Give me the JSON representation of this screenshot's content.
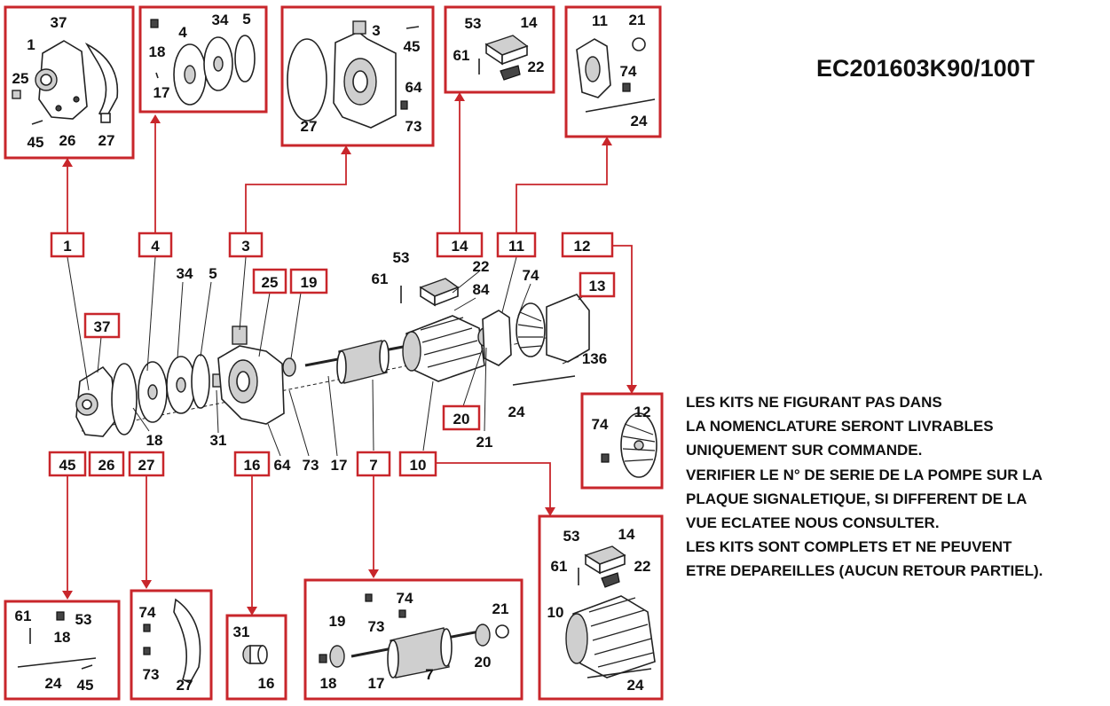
{
  "title": "EC201603K90/100T",
  "notes": [
    "LES KITS NE FIGURANT PAS DANS",
    "LA NOMENCLATURE SERONT LIVRABLES",
    "UNIQUEMENT SUR COMMANDE.",
    "VERIFIER LE N° DE SERIE DE LA POMPE SUR LA",
    "PLAQUE SIGNALETIQUE, SI DIFFERENT DE LA",
    "VUE ECLATEE NOUS CONSULTER.",
    "LES KITS SONT COMPLETS ET NE PEUVENT",
    "ETRE DEPAREILLES (AUCUN RETOUR PARTIEL)."
  ],
  "kits": {
    "k1": {
      "tag": "1",
      "parts": [
        "37",
        "1",
        "25",
        "45",
        "26",
        "27"
      ]
    },
    "k4": {
      "tag": "4",
      "parts": [
        "18",
        "4",
        "34",
        "5",
        "17"
      ]
    },
    "k3": {
      "tag": "3",
      "parts": [
        "3",
        "45",
        "64",
        "27",
        "73"
      ]
    },
    "k14": {
      "tag": "14",
      "parts": [
        "53",
        "14",
        "61",
        "22"
      ]
    },
    "k11": {
      "tag": "11",
      "parts": [
        "11",
        "21",
        "74",
        "24"
      ]
    },
    "k12": {
      "tag": "12",
      "parts": [
        "74",
        "12"
      ]
    },
    "k45": {
      "tag": "45",
      "parts": [
        "61",
        "18",
        "53",
        "24",
        "45"
      ]
    },
    "k27": {
      "tag": "27",
      "parts": [
        "74",
        "73",
        "27"
      ]
    },
    "k16": {
      "tag": "16",
      "parts": [
        "31",
        "16"
      ]
    },
    "k7": {
      "tag": "7",
      "parts": [
        "74",
        "73",
        "19",
        "21",
        "20",
        "18",
        "17",
        "7"
      ]
    },
    "k10": {
      "tag": "10",
      "parts": [
        "53",
        "14",
        "61",
        "22",
        "10",
        "24"
      ]
    }
  },
  "main_tags": {
    "t37": "37",
    "t25": "25",
    "t19": "19",
    "t13": "13",
    "t20": "20",
    "t26": "26"
  },
  "main_labels": {
    "l34": "34",
    "l5": "5",
    "l53": "53",
    "l22": "22",
    "l61": "61",
    "l84": "84",
    "l74": "74",
    "l136": "136",
    "l24": "24",
    "l21": "21",
    "l18": "18",
    "l31": "31",
    "l64": "64",
    "l73": "73",
    "l17": "17"
  }
}
